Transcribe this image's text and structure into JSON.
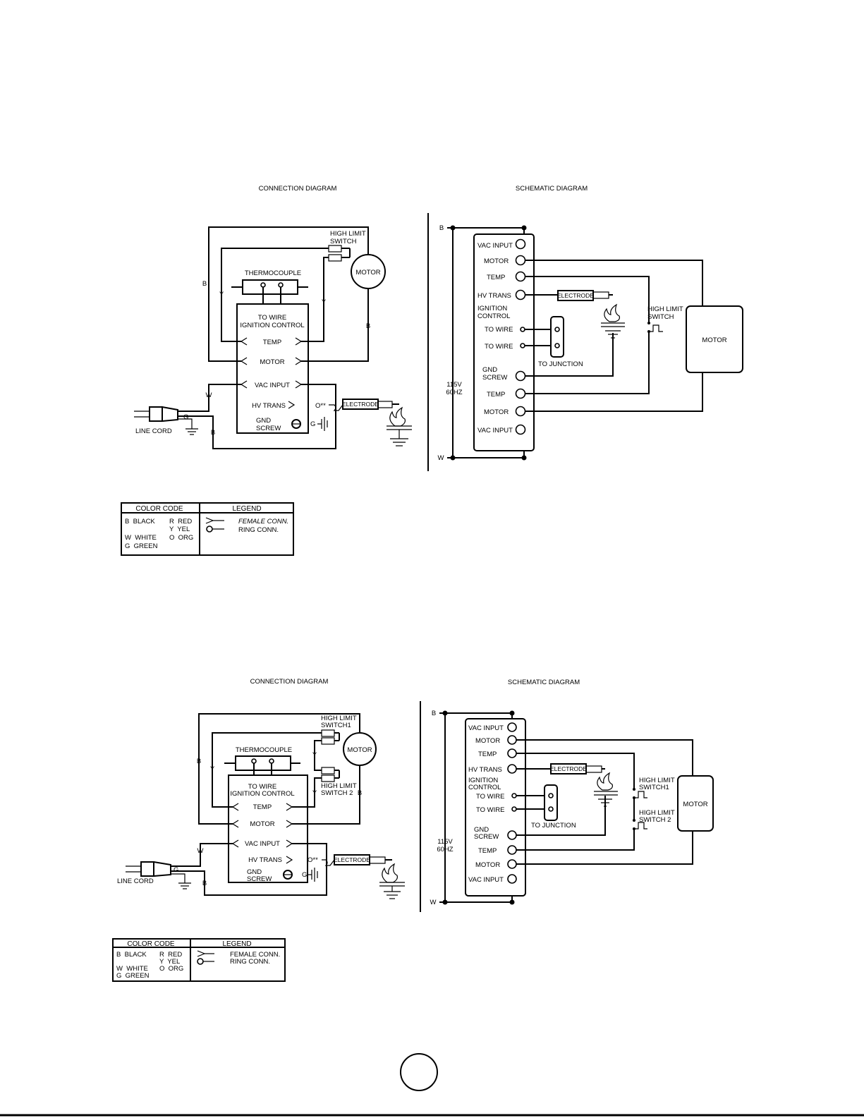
{
  "diagram1": {
    "connection": {
      "title": "CONNECTION DIAGRAM",
      "high_limit_switch": [
        "HIGH LIMIT",
        "SWITCH"
      ],
      "motor": "MOTOR",
      "thermocouple": "THERMOCOUPLE",
      "to_wire": "TO WIRE",
      "ignition_control": "IGNITION CONTROL",
      "terminals": [
        "TEMP",
        "MOTOR",
        "VAC INPUT",
        "HV TRANS"
      ],
      "gnd_screw": [
        "GND",
        "SCREW"
      ],
      "electrode": "ELECTRODE",
      "line_cord": "LINE CORD",
      "wire_labels": {
        "b": "B",
        "y": "Y",
        "w": "W",
        "g": "G",
        "o": "O**"
      }
    },
    "schematic": {
      "title": "SCHEMATIC DIAGRAM",
      "b": "B",
      "w": "W",
      "supply": [
        "115V",
        "60HZ"
      ],
      "terminals_top": [
        "VAC INPUT",
        "MOTOR",
        "TEMP",
        "HV TRANS"
      ],
      "ignition_control": [
        "IGNITION",
        "CONTROL"
      ],
      "to_wire": [
        "TO WIRE",
        "TO WIRE"
      ],
      "to_junction": "TO JUNCTION",
      "gnd_screw": [
        "GND",
        "SCREW"
      ],
      "terminals_bottom": [
        "TEMP",
        "MOTOR",
        "VAC INPUT"
      ],
      "electrode": "ELECTRODE",
      "high_limit_switch": [
        "HIGH LIMIT",
        "SWITCH"
      ],
      "motor": "MOTOR"
    },
    "table": {
      "color_code_header": "COLOR CODE",
      "legend_header": "LEGEND",
      "codes": [
        "B  BLACK",
        "W  WHITE",
        "G  GREEN"
      ],
      "codes2": [
        "R  RED",
        "Y  YEL",
        "O  ORG"
      ],
      "legend": [
        "FEMALE CONN.",
        "RING CONN."
      ]
    }
  },
  "diagram2": {
    "connection": {
      "title": "CONNECTION DIAGRAM",
      "high_limit_switch1": [
        "HIGH LIMIT",
        "SWITCH1"
      ],
      "high_limit_switch2": [
        "HIGH LIMIT",
        "SWITCH 2"
      ],
      "motor": "MOTOR",
      "thermocouple": "THERMOCOUPLE",
      "to_wire": "TO WIRE",
      "ignition_control": "IGNITION CONTROL",
      "terminals": [
        "TEMP",
        "MOTOR",
        "VAC INPUT",
        "HV TRANS"
      ],
      "gnd_screw": [
        "GND",
        "SCREW"
      ],
      "electrode": "ELECTRODE",
      "line_cord": "LINE CORD",
      "wire_labels": {
        "b": "B",
        "y": "Y",
        "w": "W",
        "g": "G",
        "o": "O**"
      }
    },
    "schematic": {
      "title": "SCHEMATIC DIAGRAM",
      "b": "B",
      "w": "W",
      "supply": [
        "115V",
        "60HZ"
      ],
      "terminals_top": [
        "VAC INPUT",
        "MOTOR",
        "TEMP",
        "HV TRANS"
      ],
      "ignition_control": [
        "IGNITION",
        "CONTROL"
      ],
      "to_wire": [
        "TO WIRE",
        "TO WIRE"
      ],
      "to_junction": "TO JUNCTION",
      "gnd_screw": [
        "GND",
        "SCREW"
      ],
      "terminals_bottom": [
        "TEMP",
        "MOTOR",
        "VAC INPUT"
      ],
      "electrode": "ELECTRODE",
      "high_limit_switch1": [
        "HIGH LIMIT",
        "SWITCH1"
      ],
      "high_limit_switch2": [
        "HIGH LIMIT",
        "SWITCH 2"
      ],
      "motor": "MOTOR"
    },
    "table": {
      "color_code_header": "COLOR CODE",
      "legend_header": "LEGEND",
      "codes": [
        "B  BLACK",
        "W  WHITE",
        "G  GREEN"
      ],
      "codes2": [
        "R  RED",
        "Y  YEL",
        "O  ORG"
      ],
      "legend": [
        "FEMALE CONN.",
        "RING CONN."
      ]
    }
  }
}
